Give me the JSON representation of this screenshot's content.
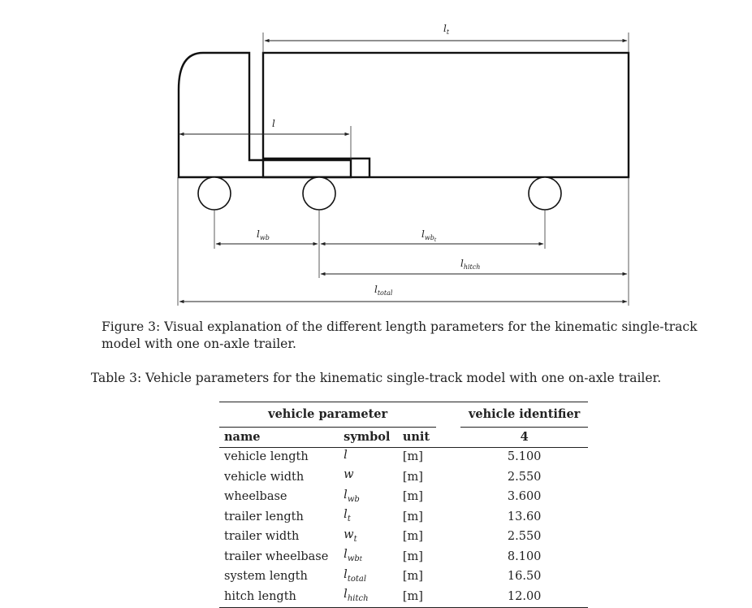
{
  "figure": {
    "dimension_labels": {
      "trailer_length": {
        "base": "l",
        "sub": "t"
      },
      "vehicle_length": {
        "base": "l",
        "sub": ""
      },
      "wheelbase": {
        "base": "l",
        "sub": "wb"
      },
      "trailer_wheelbase": {
        "base": "l",
        "sub": "wb",
        "subsub": "t"
      },
      "hitch_length": {
        "base": "l",
        "sub": "hitch"
      },
      "system_length": {
        "base": "l",
        "sub": "total"
      }
    }
  },
  "caption": "Figure 3: Visual explanation of the different length parameters for the kinematic single-track model with one on-axle trailer.",
  "table_caption": "Table 3: Vehicle parameters for the kinematic single-track model with one on-axle trailer.",
  "table": {
    "group_header_left": "vehicle parameter",
    "group_header_right": "vehicle identifier",
    "columns": {
      "name": "name",
      "symbol": "symbol",
      "unit": "unit",
      "id": "4"
    },
    "rows": [
      {
        "name": "vehicle length",
        "symbol": "l",
        "symbol_sub": "",
        "symbol_subsub": "",
        "unit": "[m]",
        "value": "5.100"
      },
      {
        "name": "vehicle width",
        "symbol": "w",
        "symbol_sub": "",
        "symbol_subsub": "",
        "unit": "[m]",
        "value": "2.550"
      },
      {
        "name": "wheelbase",
        "symbol": "l",
        "symbol_sub": "wb",
        "symbol_subsub": "",
        "unit": "[m]",
        "value": "3.600"
      },
      {
        "name": "trailer length",
        "symbol": "l",
        "symbol_sub": "t",
        "symbol_subsub": "",
        "unit": "[m]",
        "value": "13.60"
      },
      {
        "name": "trailer width",
        "symbol": "w",
        "symbol_sub": "t",
        "symbol_subsub": "",
        "unit": "[m]",
        "value": "2.550"
      },
      {
        "name": "trailer wheelbase",
        "symbol": "l",
        "symbol_sub": "wb",
        "symbol_subsub": "t",
        "unit": "[m]",
        "value": "8.100"
      },
      {
        "name": "system length",
        "symbol": "l",
        "symbol_sub": "total",
        "symbol_subsub": "",
        "unit": "[m]",
        "value": "16.50"
      },
      {
        "name": "hitch length",
        "symbol": "l",
        "symbol_sub": "hitch",
        "symbol_subsub": "",
        "unit": "[m]",
        "value": "12.00"
      }
    ]
  }
}
